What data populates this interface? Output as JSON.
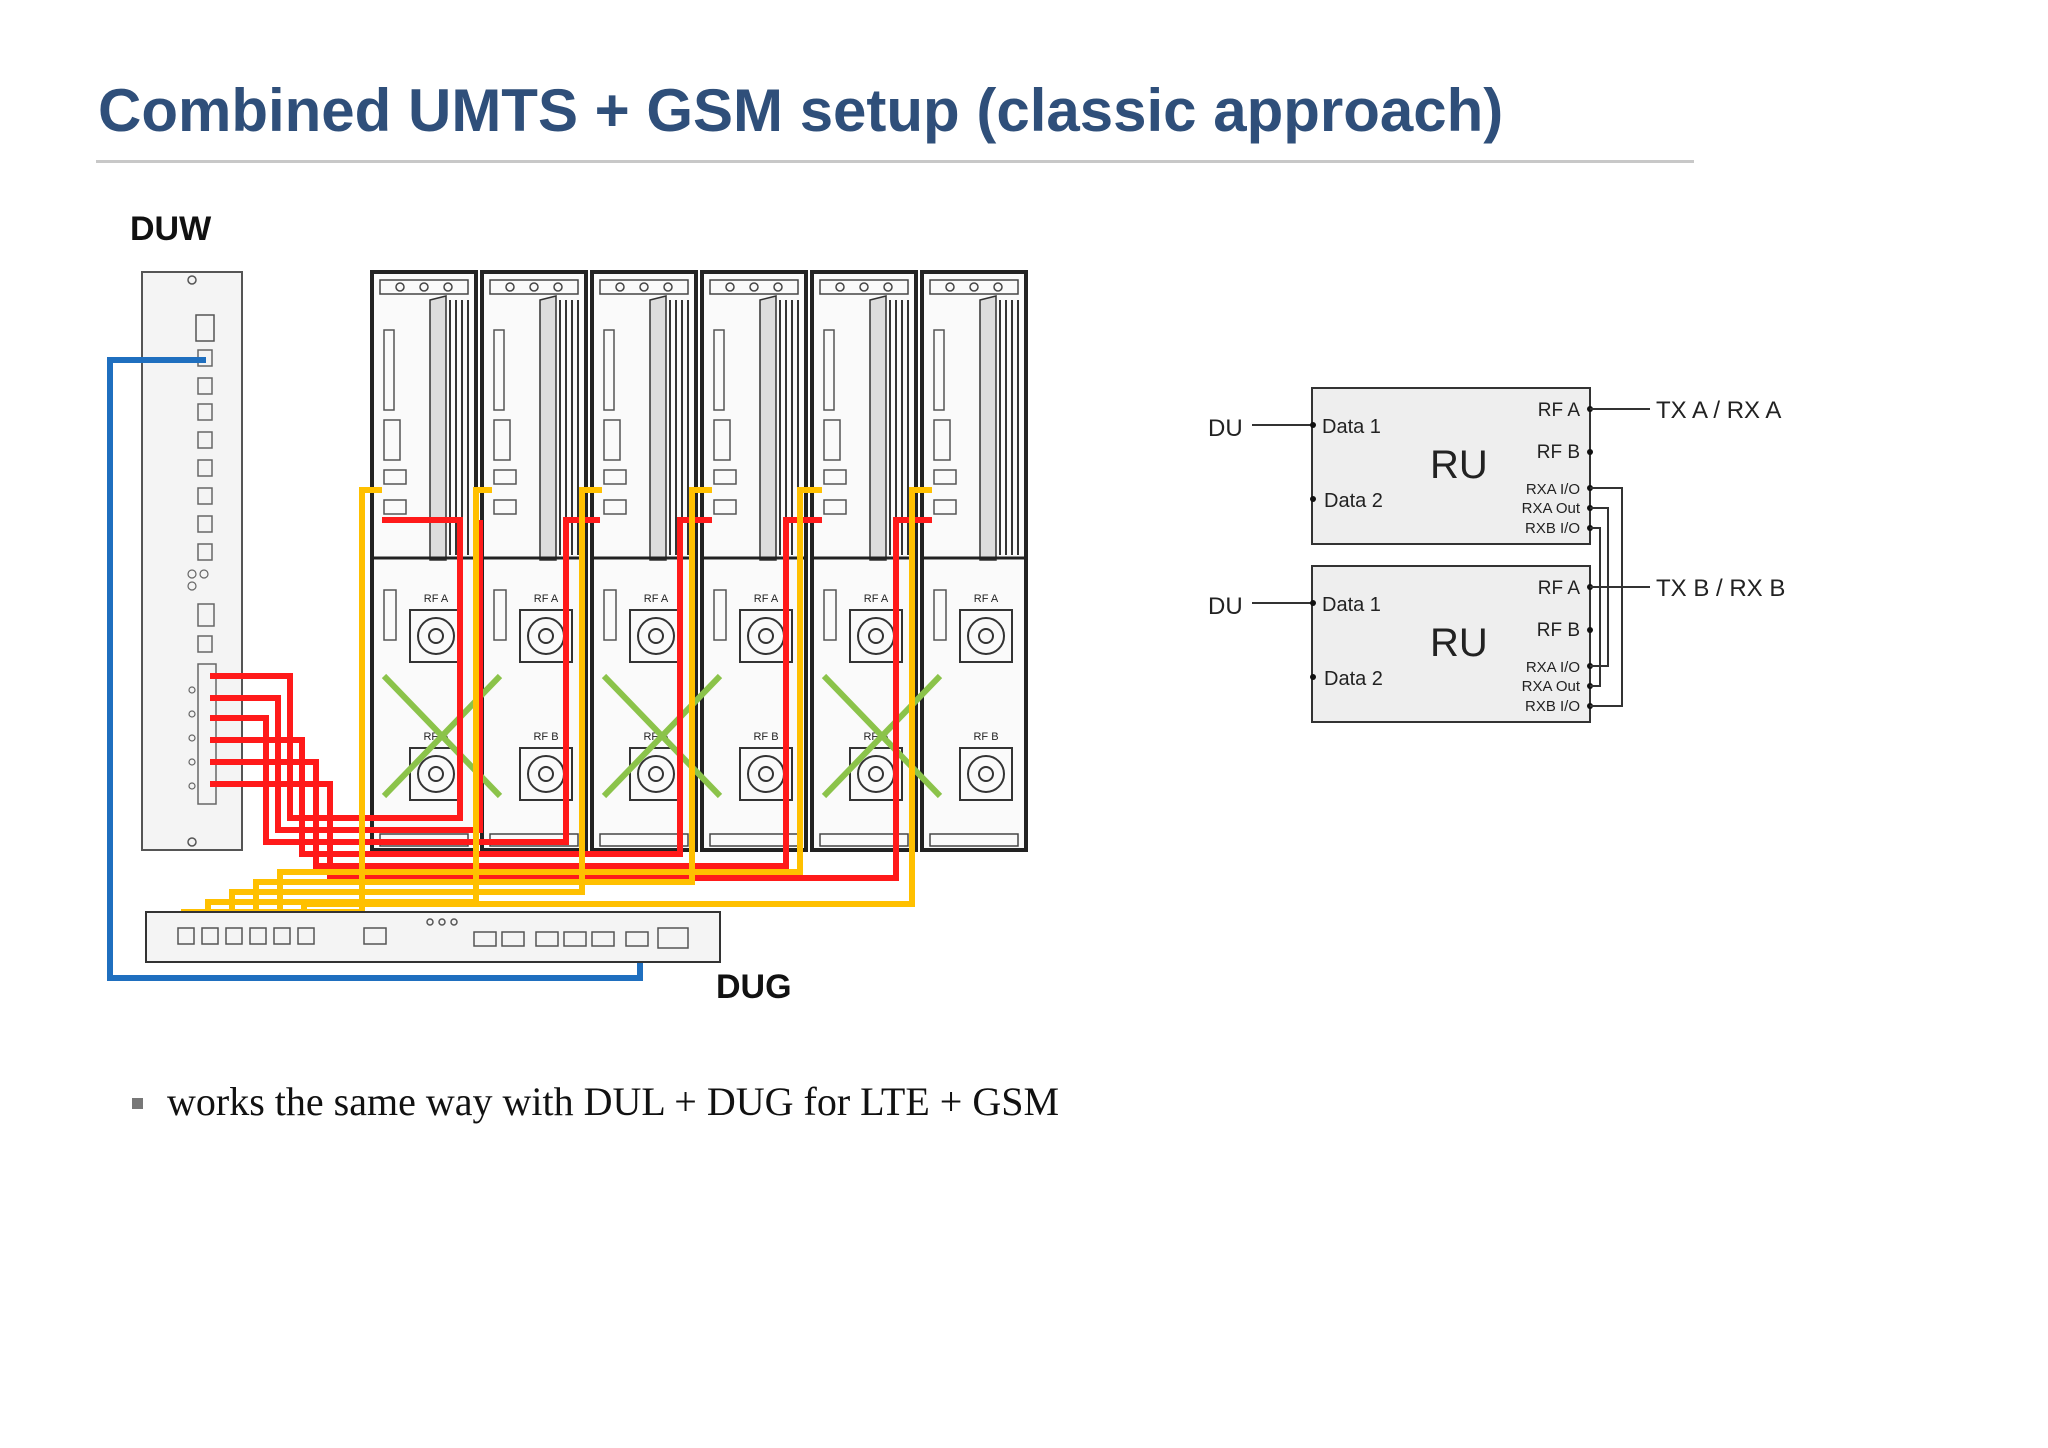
{
  "slide": {
    "title": "Combined UMTS + GSM setup (classic approach)",
    "bullets": [
      "works the same way with DUL + DUG for LTE + GSM"
    ]
  },
  "left_diagram": {
    "duw_label": "DUW",
    "dug_label": "DUG",
    "ru_unit_port_labels": [
      "RF A",
      "RF B"
    ],
    "colors": {
      "red_cable": "#ff1a1a",
      "yellow_cable": "#ffc000",
      "blue_cable": "#1f6fbf",
      "green_cross": "#8bc34a",
      "frame": "#222222"
    }
  },
  "right_diagram": {
    "rus": [
      {
        "du_label": "DU",
        "name": "RU",
        "left_ports": [
          "Data 1",
          "Data 2"
        ],
        "right_ports": [
          "RF A",
          "RF B",
          "RXA I/O",
          "RXA Out",
          "RXB I/O"
        ],
        "antenna_label": "TX A / RX A"
      },
      {
        "du_label": "DU",
        "name": "RU",
        "left_ports": [
          "Data 1",
          "Data 2"
        ],
        "right_ports": [
          "RF A",
          "RF B",
          "RXA I/O",
          "RXA Out",
          "RXB I/O"
        ],
        "antenna_label": "TX B / RX B"
      }
    ]
  }
}
